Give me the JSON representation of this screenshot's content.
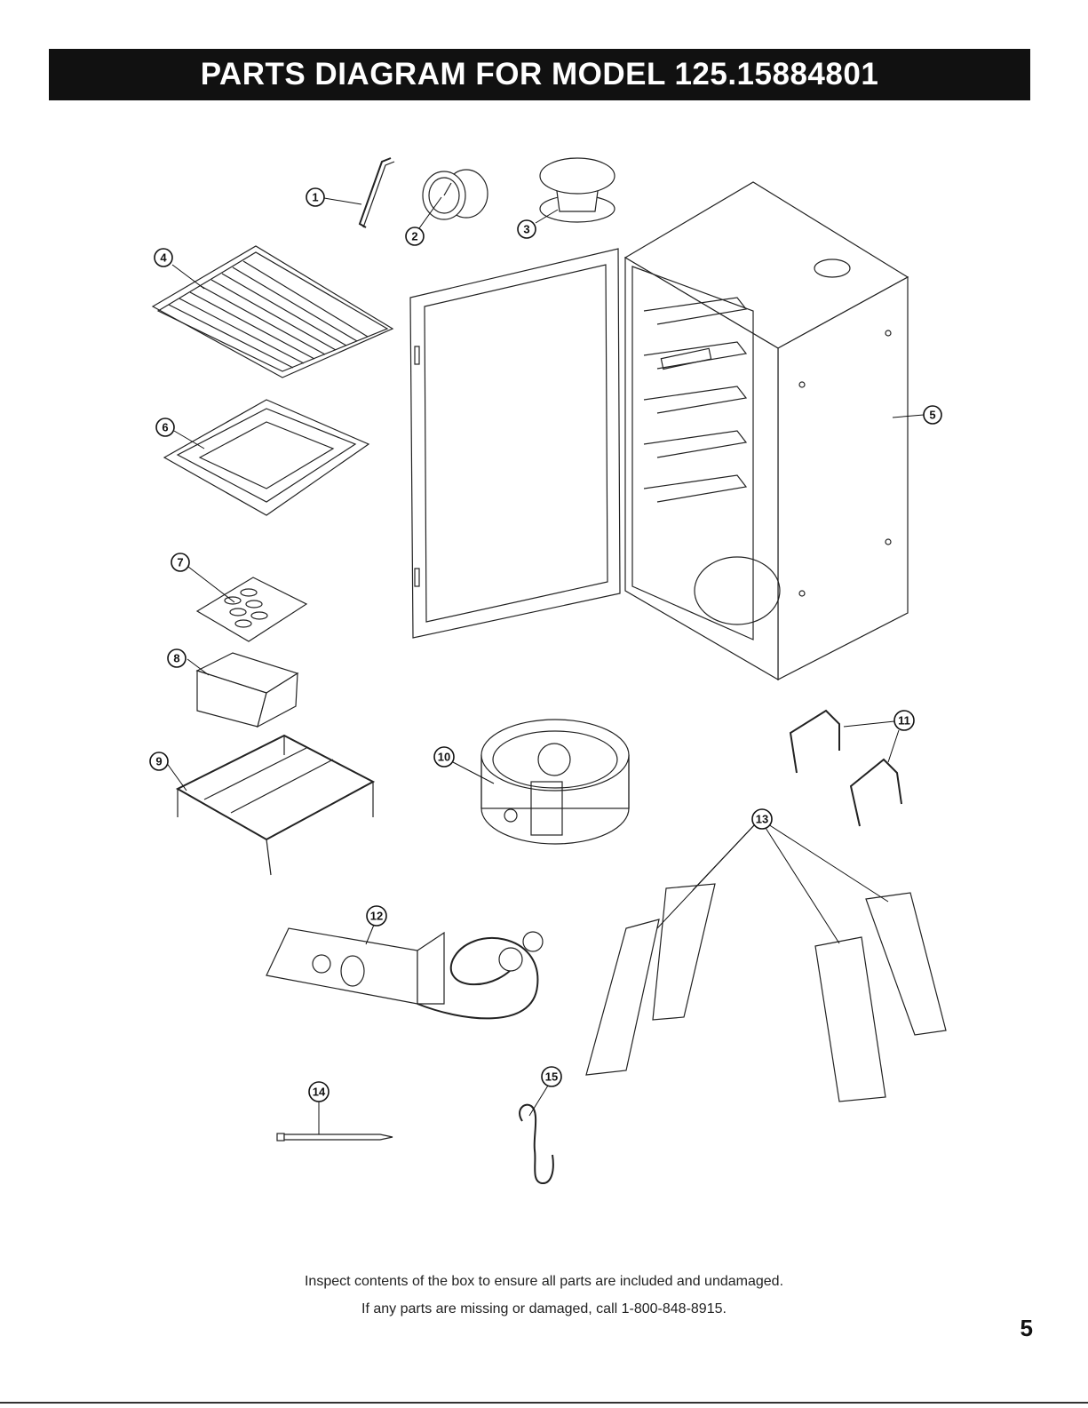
{
  "header": {
    "title": "PARTS DIAGRAM FOR MODEL 125.15884801"
  },
  "callouts": {
    "c1": "1",
    "c2": "2",
    "c3": "3",
    "c4": "4",
    "c5": "5",
    "c6": "6",
    "c7": "7",
    "c8": "8",
    "c9": "9",
    "c10": "10",
    "c11": "11",
    "c12": "12",
    "c13": "13",
    "c14": "14",
    "c15": "15"
  },
  "footer": {
    "line1": "Inspect contents of the box to ensure all parts are included and undamaged.",
    "line2": "If any parts are missing or damaged, call 1-800-848-8915."
  },
  "page_number": "5"
}
